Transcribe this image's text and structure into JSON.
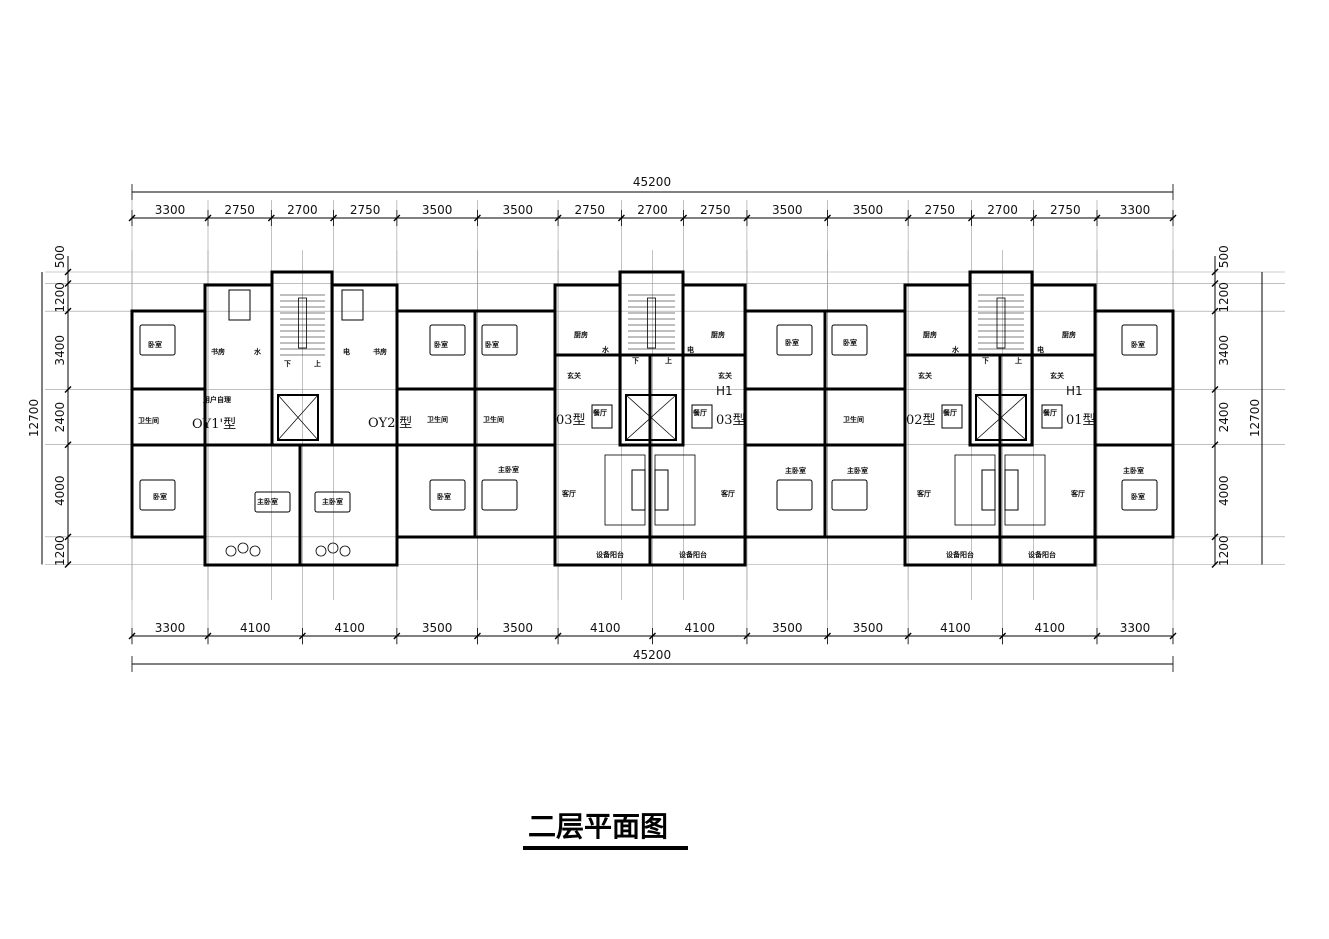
{
  "title": "二层平面图",
  "dimensions": {
    "total_width_label": "45200",
    "top_segments": [
      3300,
      2750,
      2700,
      2750,
      3500,
      3500,
      2750,
      2700,
      2750,
      3500,
      3500,
      2750,
      2700,
      2750,
      3300
    ],
    "bottom_segments": [
      3300,
      4100,
      4100,
      3500,
      3500,
      4100,
      4100,
      3500,
      3500,
      4100,
      4100,
      3300
    ],
    "vertical_segments": [
      500,
      1200,
      3400,
      2400,
      4000,
      1200
    ],
    "total_depth_label": "12700"
  },
  "unit_types": [
    "OY1'型",
    "OY2'型",
    "03型",
    "03型",
    "02型",
    "01型"
  ],
  "rooms": [
    "卧室",
    "书房",
    "书房",
    "卧室",
    "卧室",
    "用户自理",
    "卫生间",
    "卫生间",
    "卫生间",
    "卧室",
    "主卧室",
    "主卧室",
    "主卧室",
    "卧室",
    "厨房",
    "厨房",
    "玄关",
    "玄关",
    "H1",
    "餐厅",
    "餐厅",
    "客厅",
    "客厅",
    "设备阳台",
    "设备阳台",
    "卧室",
    "卧室",
    "卫生间",
    "主卧室",
    "主卧室",
    "厨房",
    "厨房",
    "玄关",
    "玄关",
    "H1",
    "餐厅",
    "餐厅",
    "客厅",
    "客厅",
    "设备阳台",
    "设备阳台",
    "卧室",
    "主卧室",
    "卧室",
    "水",
    "电",
    "水",
    "电",
    "水",
    "电",
    "下",
    "上",
    "下",
    "上",
    "下",
    "上"
  ]
}
